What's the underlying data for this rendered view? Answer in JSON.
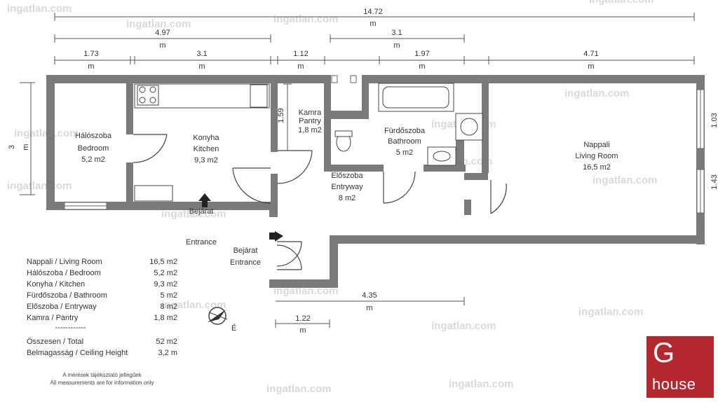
{
  "dimensions": {
    "total_width": "14.72",
    "seg_a": "4.97",
    "seg_b": "3.1",
    "sub_1": "1.73",
    "sub_2": "3.1",
    "sub_3": "1.12",
    "sub_4": "1.97",
    "sub_5": "4.71",
    "height_left": "3",
    "pantry_h": "1.59",
    "right_top": "1.03",
    "right_bottom": "1.43",
    "bottom_1": "4.35",
    "bottom_2": "1.22",
    "unit": "m"
  },
  "rooms": {
    "bedroom": {
      "hu": "Hálószoba",
      "en": "Bedroom",
      "area": "5,2 m2"
    },
    "kitchen": {
      "hu": "Konyha",
      "en": "Kitchen",
      "area": "9,3 m2"
    },
    "pantry": {
      "hu": "Kamra",
      "en": "Pantry",
      "area": "1,8 m2"
    },
    "bathroom": {
      "hu": "Fürdőszoba",
      "en": "Bathroom",
      "area": "5 m2"
    },
    "living": {
      "hu": "Nappali",
      "en": "Living Room",
      "area": "16,5 m2"
    },
    "entryway": {
      "hu": "Előszoba",
      "en": "Entryway",
      "area": "8 m2"
    }
  },
  "entrances": {
    "entrance_1": {
      "hu": "Bejárat",
      "en": "Entrance"
    },
    "entrance_2": {
      "hu": "Bejárat",
      "en": "Entrance"
    }
  },
  "compass_label": "É",
  "legend": {
    "rows": [
      {
        "name": "Nappali / Living Room",
        "area": "16,5 m2"
      },
      {
        "name": "Hálószoba / Bedroom",
        "area": "5,2 m2"
      },
      {
        "name": "Konyha / Kitchen",
        "area": "9,3 m2"
      },
      {
        "name": "Fürdőszoba / Bathroom",
        "area": "5 m2"
      },
      {
        "name": "Előszoba / Entryway",
        "area": "8 m2"
      },
      {
        "name": "Kamra / Pantry",
        "area": "1,8 m2"
      }
    ],
    "separator": "------------",
    "total_name": "Összesen / Total",
    "total_value": "52 m2",
    "ceiling_name": "Belmagasság / Ceiling Height",
    "ceiling_value": "3,2 m"
  },
  "note": {
    "hu": "A mérések tájékoztató jellegűek",
    "en": "All measurements are for information only"
  },
  "watermark": "ingatlan.com",
  "logo": {
    "letter": "G",
    "word": "house"
  },
  "colors": {
    "wall": "#7a7a7a",
    "logo_bg": "#b2282e"
  }
}
